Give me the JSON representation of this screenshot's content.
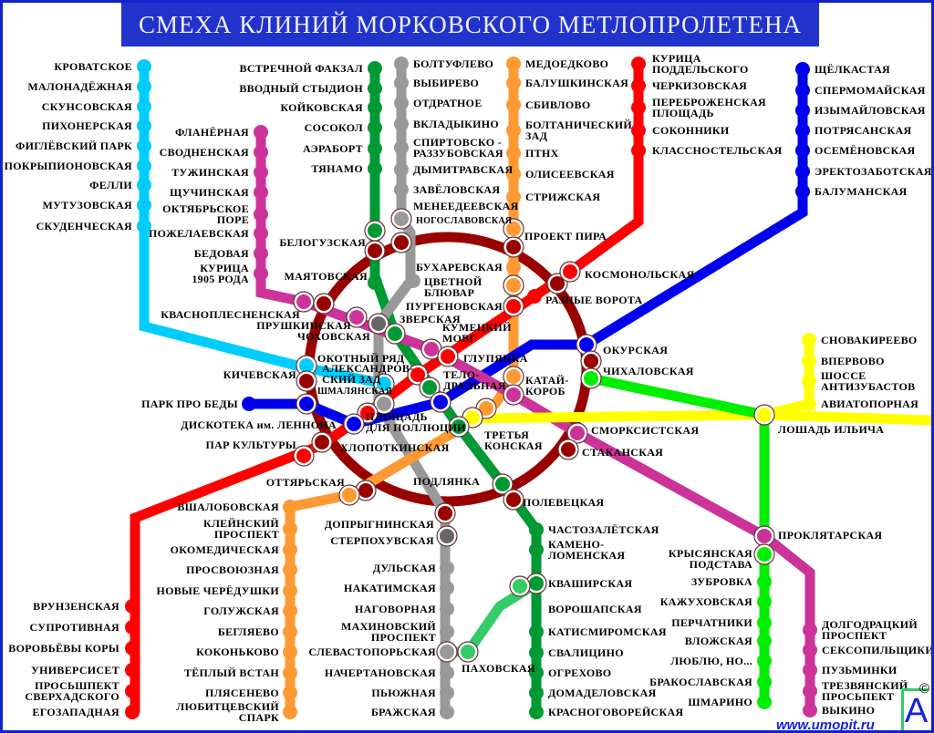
{
  "title": "СМЕХА КЛИНИЙ МОРКОВСКОГО МЕТЛОПРОЛЕТЕНА",
  "footer": {
    "url": "www.umopit.ru",
    "logo": "A",
    "copyright": "©"
  },
  "colors": {
    "ring": "#990000",
    "light_blue": "#00ccff",
    "green": "#009933",
    "gray": "#999999",
    "dark_gray": "#666666",
    "orange": "#ff9933",
    "red": "#ff0000",
    "blue": "#0000ee",
    "magenta": "#cc3399",
    "yellow": "#ffff00",
    "bright_green": "#00ee00",
    "light_green": "#33cc66",
    "banner": "#2233cc"
  },
  "lines": {
    "light_blue": [
      "КРОВАТСКОЕ",
      "МАЛОНАДЁЖНАЯ",
      "СКУНСОВСКАЯ",
      "ПИХОНЕРСКАЯ",
      "ФИГЛЁВСКИЙ ПАРК",
      "ПОКРЫПИОНОВСКАЯ",
      "ФЕЛЛИ",
      "МУТУЗОВСКАЯ",
      "СКУДЕНЧЕСКАЯ"
    ],
    "green_north": [
      "ВСТРЕЧНОЙ ФАКЗАЛ",
      "ВВОДНЫЙ СТЫДИОН",
      "КОЙКОВСКАЯ",
      "СОСОКОЛ",
      "АЭРАБОРТ",
      "ТЯНАМО"
    ],
    "green_south": [
      "ЧАСТОЗАЛЁТСКАЯ",
      "КАМЕНО-\nЛОМЕНСКАЯ",
      "КВАШИРСКАЯ",
      "КАТИСМИРОМСКАЯ",
      "СВАЛИЦИНО",
      "ОГРЕХОВО",
      "ДОМАДЕЛОВСКАЯ",
      "КРАСНОГОВОРЕЙСКАЯ"
    ],
    "gray_north": [
      "БОЛТУФЛЕВО",
      "ВЫБИРЕВО",
      "ОТДРАТНОЕ",
      "ВКЛАДЫКИНО",
      "СПИРТОВСКО -\nРАЗЗУБОВСКАЯ",
      "ДЫМИТРАВСКАЯ",
      "ЗАВЁЛОВСКАЯ"
    ],
    "gray_south": [
      "ДУЛЬСКАЯ",
      "НАКАТИМСКАЯ",
      "НАГОВОРНАЯ",
      "МАХИНОВСКИЙ\nПРОСПЕКТ",
      "СЛЕВАСТОПОРЬСКАЯ",
      "НАЧЕРТАНОВСКАЯ",
      "ПЬЮЖНАЯ",
      "БРАЖСКАЯ"
    ],
    "orange_north": [
      "МЕДОЕДКОВО",
      "БАЛУШКИНСКАЯ",
      "СБИВЛОВО",
      "БОЛТАНИЧЕСКИЙ\nЗАД",
      "ПТНХ",
      "ОЛИСЕЕВСКАЯ",
      "СТРИЖСКАЯ"
    ],
    "orange_south": [
      "ВШАЛОБОВСКАЯ",
      "КЛЕЙНСКИЙ\nПРОСПЕКТ",
      "ОКОМЕДИЧЕСКАЯ",
      "ПРОСВОЮЗНАЯ",
      "НОВЫЕ ЧЕРЁДУШКИ",
      "ГОЛУЖСКАЯ",
      "БЕГЛЯЕВО",
      "КОКОНЬКОВО",
      "ТЁПЛЫЙ ВСТАН",
      "ПЛЯСЕНЕВО",
      "ЛЮБИТЦЕВСКИЙ\nСПАРК"
    ],
    "red_north": [
      "КУРИЦА\nПОДДЕЛЬСКОГО",
      "ЧЕРКИЗОВСКАЯ",
      "ПЕРЕБРОЖЕНСКАЯ\nПЛОЩАДЬ",
      "СОКОННИКИ",
      "КЛАССНОСТЕЛЬСКАЯ"
    ],
    "red_south": [
      "ВРУНЗЕНСКАЯ",
      "СУПРОТИВНАЯ",
      "ВОРОВЬЁВЫ КОРЫ",
      "УНИВЕРСИСЕТ",
      "ПРОСЬШПЕКТ\nСВЕРХАДСКОГО",
      "ЕГОЗАПАДНАЯ"
    ],
    "blue": [
      "ЩЁЛКАСТАЯ",
      "СПЕРМОМАЙСКАЯ",
      "ИЗЫМАЙЛОВСКАЯ",
      "ПОТРЯСАНСКАЯ",
      "ОСЕМЁНОВСКАЯ",
      "ЭРЕКТОЗАБОТСКАЯ",
      "БАЛУМАНСКАЯ"
    ],
    "magenta_north": [
      "ФЛАНЁРНАЯ",
      "СВОДНЕНСКАЯ",
      "ТУЖИНСКАЯ",
      "ЩУЧИНСКАЯ",
      "ОКТЯБРЬСКОЕ\nПОРЕ",
      "ПОЖЕЛАЕВСКАЯ",
      "БЕДОВАЯ",
      "КУРИЦА\n1905 РОДА"
    ],
    "magenta_south": [
      "ДОЛГОДРАЦКИЙ\nПРОСПЕКТ",
      "СЕКСОПИЛЬЩИКИ",
      "ПУЗЬМИНКИ",
      "ТРЕЗВЯНСКИЙ\nПРОСЬПЕКТ",
      "ВЫКИНО"
    ],
    "yellow": [
      "СНОВАКИРЕЕВО",
      "ВПЕРВОВО",
      "ШОССЕ\nАНТИЗУБАСТОВ",
      "АВИАТОПОРНАЯ"
    ],
    "bright_green": [
      "ЗУБРОВКА",
      "КАЖУХОВСКАЯ",
      "ПЕРЧАТНИКИ",
      "ВЛОЖСКАЯ",
      "ЛЮБЛЮ, НО...",
      "БРАКОСЛАВСКАЯ",
      "ШМАРИНО"
    ]
  },
  "center": {
    "belo": "БЕЛОГУЗСКАЯ",
    "mayat": "МАЯТОВСКАЯ",
    "menee": "МЕНЕЕДЕЕВСКАЯ",
    "nogo": "НОГОСЛАВОВСКАЯ",
    "proekt": "ПРОЕКТ ПИРА",
    "kosmo": "КОСМОНОЛЬСКАЯ",
    "razn": "РАЗНЫЕ ВОРОТА",
    "buhar": "БУХАРЕВСКАЯ",
    "tsvet": "ЦВЕТНОЙ\nБЛЮВАР",
    "purg": "ПУРГЕНОВСКАЯ",
    "zver": "ЗВЕРСКАЯ",
    "kum": "КУМЕЦКИЙ\nМОВГ",
    "kvasn": "КВАСНОПЛЕСНЕНСКАЯ",
    "prush": "ПРУШКИНСКАЯ",
    "chokh": "ЧОХОВСКАЯ",
    "glup": "ГЛУПЯНКА",
    "okhot": "ОКОТНЫЙ РЯД",
    "alex": "АЛЕКСАНДРОВ-\nСКИЙ ЗАД",
    "shmal": "ШМАЛЯНСКАЯ",
    "telo": "ТЕЛО-\nДРАЛЬНАЯ",
    "katai": "КАТАЙ-\nКОРОБ",
    "kich": "КИЧЕВСКАЯ",
    "park_bed": "ПАРК ПРО БЕДЫ",
    "disko": "ДИСКОТЕКА им. ЛЕННОНА",
    "plosh": "ПЛОЩАДЬ\nДЛЯ ПОЛЛЮЦИИ",
    "okur": "ОКУРСКАЯ",
    "chikh": "ЧИХАЛОВСКАЯ",
    "khlop": "ХЛОПОТКИНСКАЯ",
    "tret": "ТРЕТЬЯ\nКОНСКАЯ",
    "smork": "СМОРКСИСТСКАЯ",
    "stakan": "СТАКАНСКАЯ",
    "loshad": "ЛОШАДЬ ИЛЬИЧА",
    "par_kult": "ПАР КУЛЬТУРЫ",
    "ottyar": "ОТТЯРЬСКАЯ",
    "podl": "ПОДЛЯНКА",
    "polev": "ПОЛЕВЕЦКАЯ",
    "dopr": "ДОПРЫГНИНСКАЯ",
    "sterp": "СТЕРПОХУВСКАЯ",
    "proklyat": "ПРОКЛЯТАРСКАЯ",
    "krys": "КРЫСЯНСКАЯ\nПОДСТАВА",
    "vorosh": "ВОРОШАПСКАЯ",
    "pakh": "ПАХОВСКАЯ"
  }
}
